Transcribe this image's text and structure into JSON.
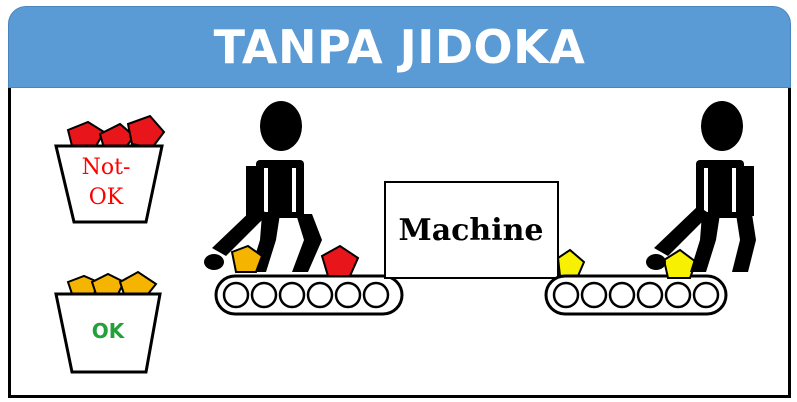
{
  "title": "TANPA JIDOKA",
  "machine": {
    "label": "Machine"
  },
  "bins": {
    "not_ok": {
      "label_line1": "Not-",
      "label_line2": "OK"
    },
    "ok": {
      "label": "OK"
    }
  },
  "colors": {
    "header": "#5b9bd5",
    "defect": "#e8151b",
    "good_orange": "#f5b400",
    "good_yellow": "#f7f000",
    "ok_text": "#22a03a",
    "not_ok_text": "#ff0000"
  }
}
